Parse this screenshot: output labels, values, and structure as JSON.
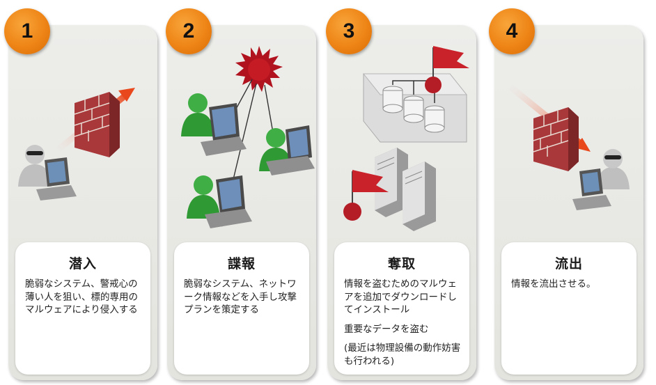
{
  "steps": [
    {
      "number": "1",
      "title": "潜入",
      "body": [
        "脆弱なシステム、警戒心の薄い人を狙い、標的専用のマルウェアにより侵入する"
      ]
    },
    {
      "number": "2",
      "title": "諜報",
      "body": [
        "脆弱なシステム、ネットワーク情報などを入手し攻撃プランを策定する"
      ]
    },
    {
      "number": "3",
      "title": "奪取",
      "body": [
        "情報を盗むためのマルウェアを追加でダウンロードしてインストール",
        "重要なデータを盗む",
        "(最近は物理設備の動作妨害も行われる)"
      ]
    },
    {
      "number": "4",
      "title": "流出",
      "body": [
        "情報を流出させる。"
      ]
    }
  ],
  "colors": {
    "badge": "#ee8416",
    "arrow": "#e8481c",
    "firewall": "#b5383a",
    "person": "#2f9a34",
    "flag": "#c9222b"
  }
}
